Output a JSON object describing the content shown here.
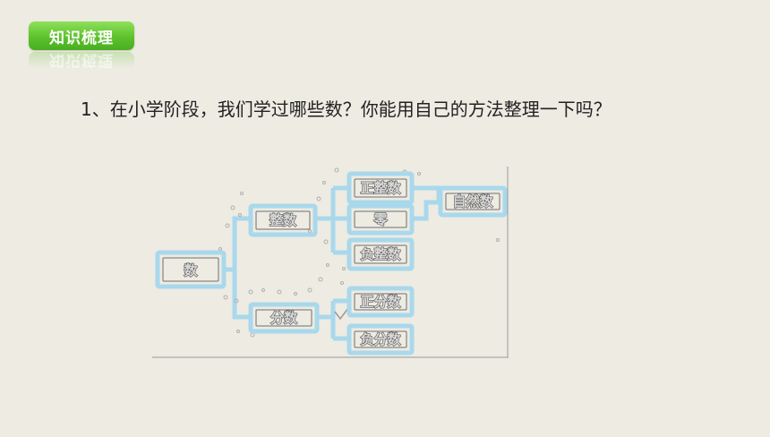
{
  "section_tag": {
    "label": "知识梳理"
  },
  "question": {
    "text": "1、在小学阶段，我们学过哪些数？你能用自己的方法整理一下吗？"
  },
  "colors": {
    "tag_green": "#5cc22c",
    "frame_blue": "#a9d8ec",
    "background": "#edebe2"
  },
  "diagram": {
    "root": "数",
    "integer": "整数",
    "fraction": "分数",
    "positive_integer": "正整数",
    "zero": "零",
    "negative_integer": "负整数",
    "natural_number": "自然数",
    "positive_fraction": "正分数",
    "negative_fraction": "负分数"
  }
}
